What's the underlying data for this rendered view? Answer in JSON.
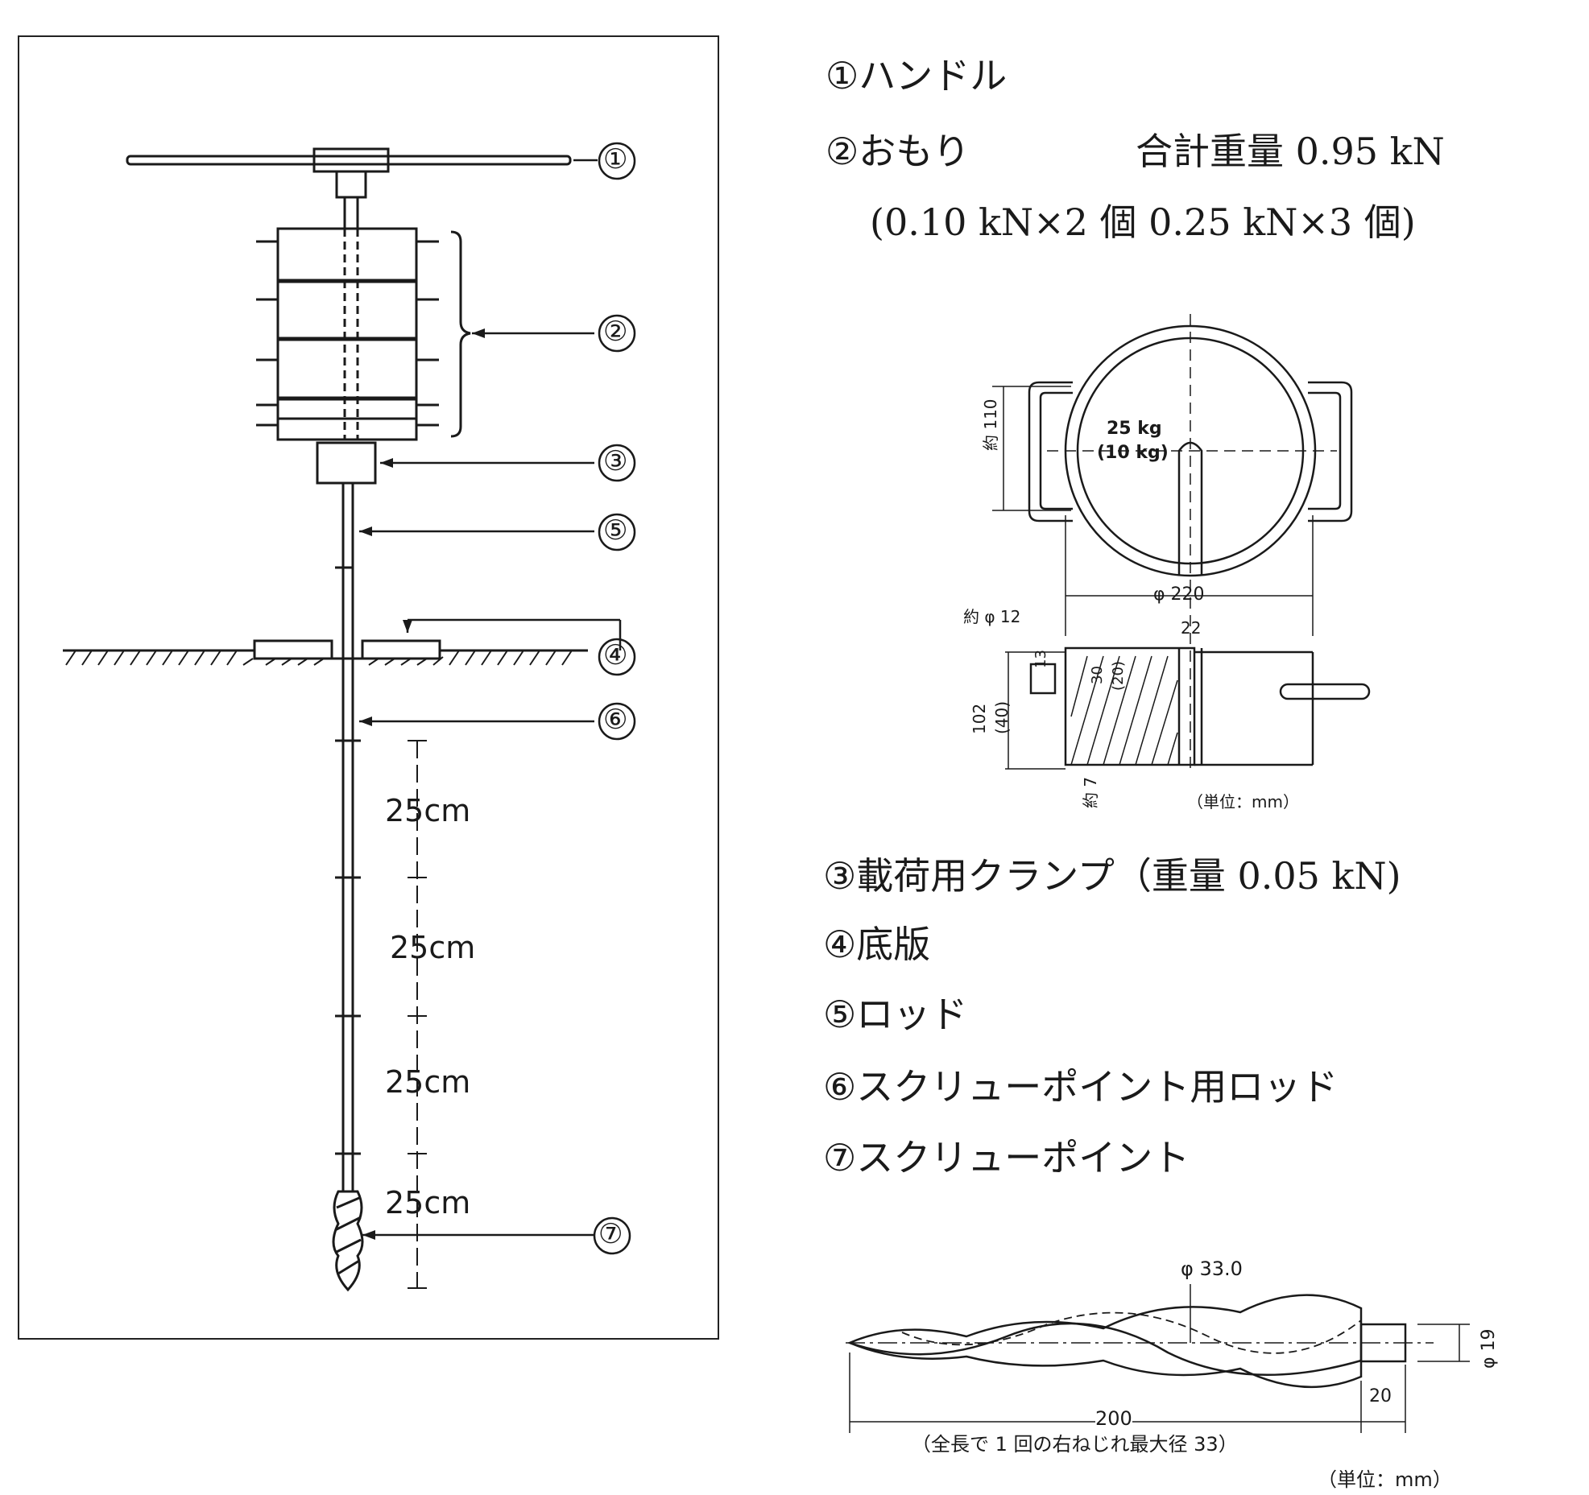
{
  "left_figure": {
    "markers": [
      "①",
      "②",
      "③",
      "⑤",
      "④",
      "⑥",
      "⑦"
    ],
    "segment_labels": [
      "25cm",
      "25cm",
      "25cm",
      "25cm"
    ]
  },
  "legend": {
    "item1": {
      "num": "①",
      "text": "ハンドル"
    },
    "item2": {
      "num": "②",
      "text": "おもり",
      "total": "合計重量 0.95 kN",
      "detail": "(0.10 kN×2 個  0.25 kN×3 個)"
    },
    "item3": {
      "num": "③",
      "text": "載荷用クランプ（重量 0.05 kN)"
    },
    "item4": {
      "num": "④",
      "text": "底版"
    },
    "item5": {
      "num": "⑤",
      "text": "ロッド"
    },
    "item6": {
      "num": "⑥",
      "text": "スクリューポイント用ロッド"
    },
    "item7": {
      "num": "⑦",
      "text": "スクリューポイント"
    }
  },
  "weight_detail": {
    "label_25kg": "25 kg",
    "label_10kg": "(10 kg)",
    "dim_110": "約 110",
    "dim_220": "φ 220",
    "dim_12": "約 φ 12",
    "dim_22": "22",
    "dim_13": "13",
    "dim_30": "30",
    "dim_20": "(20)",
    "dim_102": "102",
    "dim_40": "(40)",
    "dim_7": "約 7",
    "unit": "（単位：mm）"
  },
  "screw_detail": {
    "dim_33": "φ 33.0",
    "dim_19": "φ 19",
    "dim_20": "20",
    "dim_200": "200",
    "note": "（全長で 1 回の右ねじれ最大径 33）",
    "unit": "（単位：mm）"
  }
}
